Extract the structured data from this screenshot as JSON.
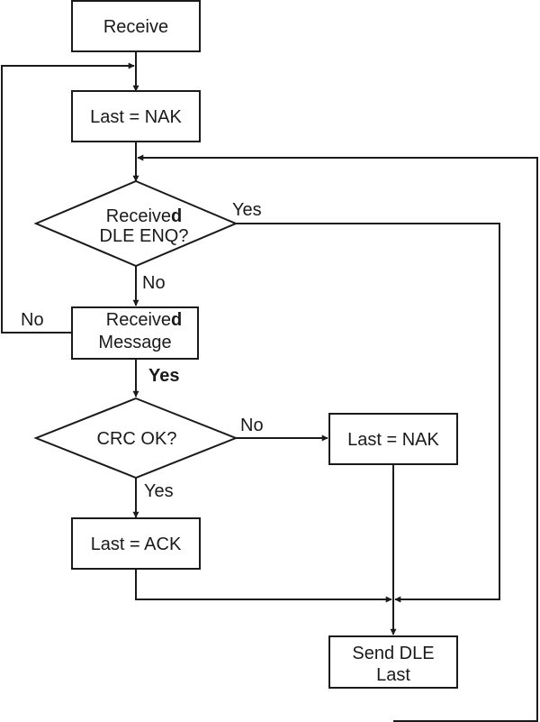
{
  "nodes": {
    "receive": "Receive",
    "last_nak_1": "Last = NAK",
    "received_dle_enq": {
      "line1_prefix": "Receive",
      "line1_bold": "d",
      "line2": "DLE ENQ?"
    },
    "received_message": {
      "line1_prefix": "Receive",
      "line1_bold": "d",
      "line2": "Message"
    },
    "crc_ok": "CRC OK?",
    "last_nak_2": "Last = NAK",
    "last_ack": "Last = ACK",
    "send_dle_last": {
      "line1": "Send DLE",
      "line2": "Last"
    }
  },
  "edge_labels": {
    "enq_yes": "Yes",
    "enq_no": "No",
    "message_no": "No",
    "message_yes": "Yes",
    "crc_no": "No",
    "crc_yes": "Yes"
  },
  "colors": {
    "stroke": "#1a1a1a",
    "fill": "#ffffff"
  }
}
